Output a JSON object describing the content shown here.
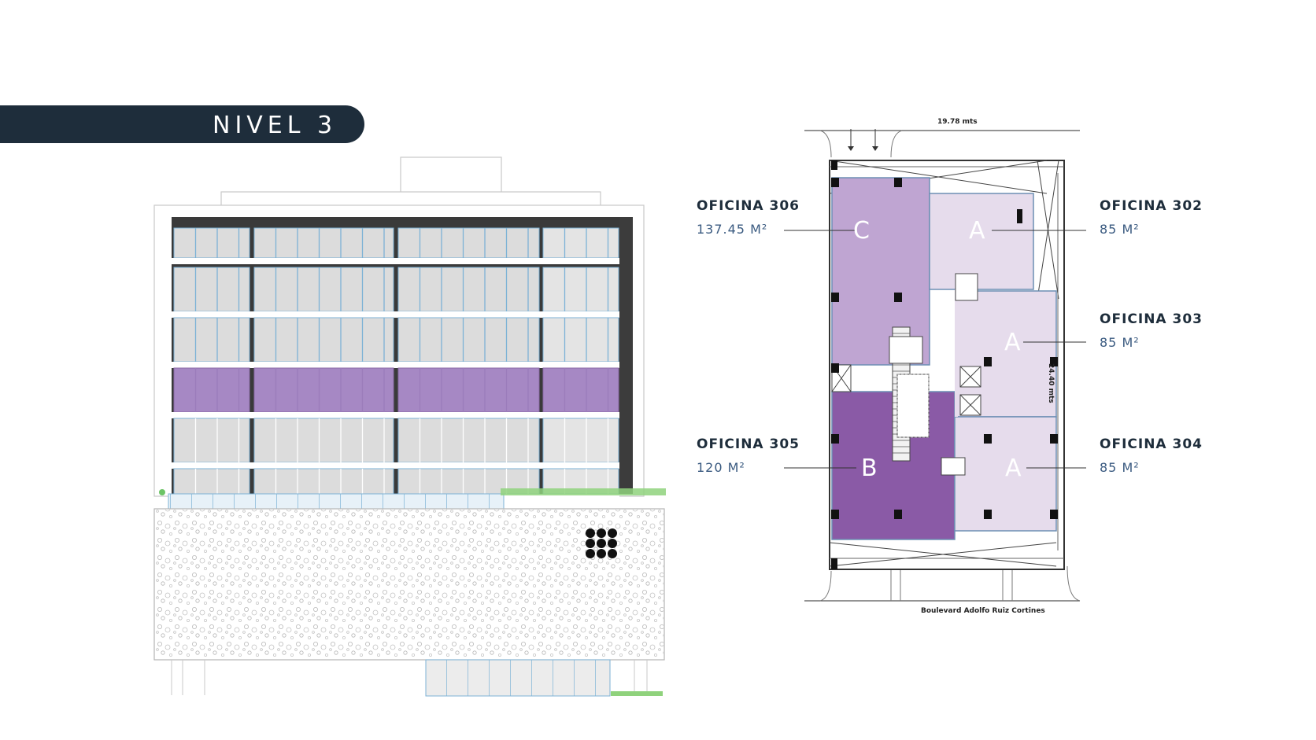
{
  "header": {
    "title": "NIVEL 3"
  },
  "colors": {
    "title_bar": "#1e2d3b",
    "unit_a": "#e6dcec",
    "unit_b": "#8a5aa6",
    "unit_c": "#bfa5d2",
    "selected_floor": "#a688c4",
    "label_blue": "#3a5a80"
  },
  "floorplan": {
    "width_label": "19.78 mts",
    "height_label": "24.40 mts",
    "street_label": "Boulevard Adolfo Ruiz Cortines",
    "units": [
      {
        "id": "306",
        "type": "C"
      },
      {
        "id": "302",
        "type": "A"
      },
      {
        "id": "303",
        "type": "A"
      },
      {
        "id": "305",
        "type": "B"
      },
      {
        "id": "304",
        "type": "A"
      }
    ]
  },
  "offices": {
    "o306": {
      "name": "OFICINA 306",
      "area": "137.45 M²"
    },
    "o302": {
      "name": "OFICINA 302",
      "area": "85 M²"
    },
    "o303": {
      "name": "OFICINA 303",
      "area": "85 M²"
    },
    "o305": {
      "name": "OFICINA 305",
      "area": "120 M²"
    },
    "o304": {
      "name": "OFICINA 304",
      "area": "85 M²"
    }
  }
}
